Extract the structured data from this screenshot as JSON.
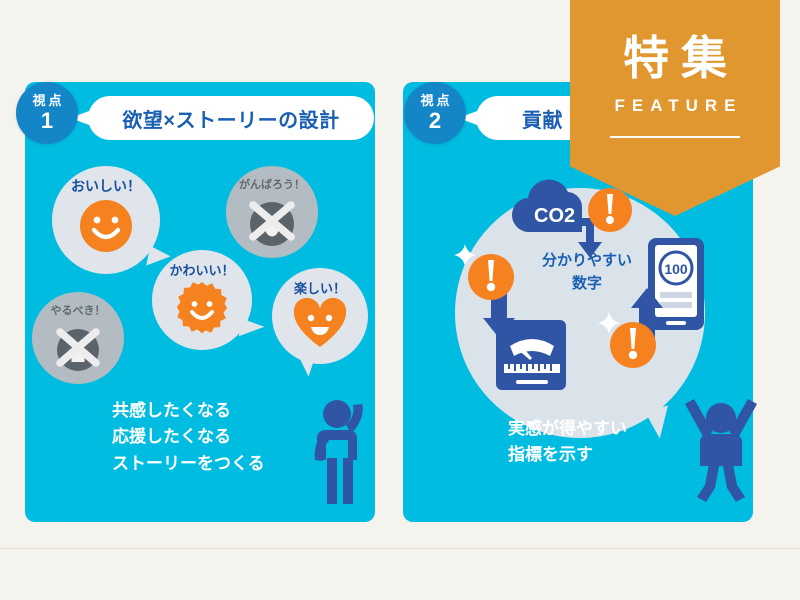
{
  "theme": {
    "background": "#f4f3ee",
    "panel_cyan": "#00bce0",
    "badge_blue": "#1486c8",
    "title_blue": "#1a5fb4",
    "figure_blue": "#2f55a4",
    "accent_orange": "#f5821f",
    "banner_orange": "#e0972f",
    "bubble_positive_gray": "#dfe5ea",
    "bubble_negative_gray": "#b3bcc2",
    "circle_gray": "#dbe3ea",
    "white": "#ffffff"
  },
  "banner": {
    "jp_label": "特集",
    "en_label": "FEATURE"
  },
  "panels": [
    {
      "badge_kicker": "視点",
      "badge_number": "1",
      "title": "欲望×ストーリーの設計",
      "caption": "共感したくなる\n応援したくなる\nストーリーをつくる",
      "bubbles": [
        {
          "label": "おいしい！",
          "tone": "positive",
          "icon": "smiley-circle-icon"
        },
        {
          "label": "がんばろう！",
          "tone": "negative",
          "icon": "crossed-out-face-icon"
        },
        {
          "label": "かわいい！",
          "tone": "positive",
          "icon": "smiley-flower-icon"
        },
        {
          "label": "やるべき！",
          "tone": "negative",
          "icon": "crossed-out-face-icon"
        },
        {
          "label": "楽しい！",
          "tone": "positive",
          "icon": "smiley-heart-icon"
        }
      ],
      "figure": "person-raising-one-arm-icon"
    },
    {
      "badge_kicker": "視点",
      "badge_number": "2",
      "title": "貢献",
      "caption": "実感が得やすい\n指標を示す",
      "center_label": "分かりやすい\n数字",
      "icons": [
        {
          "name": "co2-cloud-icon",
          "label": "CO2"
        },
        {
          "name": "down-arrow-icon",
          "label": ""
        },
        {
          "name": "exclamation-badge-icon",
          "label": "！"
        },
        {
          "name": "bathroom-scale-icon",
          "label": ""
        },
        {
          "name": "exclamation-badge-icon",
          "label": "！"
        },
        {
          "name": "smartphone-score-icon",
          "label": "100"
        },
        {
          "name": "up-arrow-icon",
          "label": ""
        },
        {
          "name": "exclamation-badge-icon",
          "label": "！"
        }
      ],
      "figure": "person-jumping-icon"
    }
  ]
}
